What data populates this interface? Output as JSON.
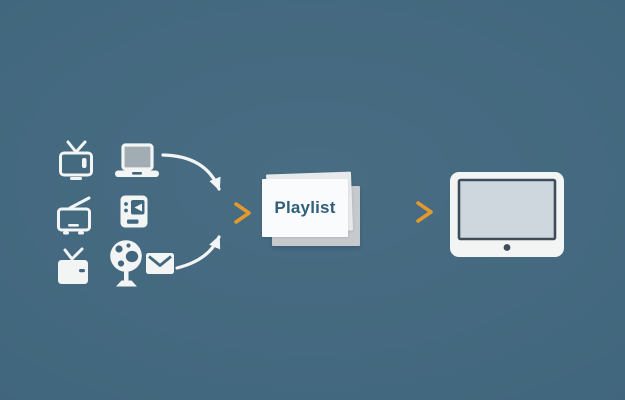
{
  "diagram": {
    "playlist_label": "Playlist",
    "nodes": [
      {
        "id": "tv-1",
        "icon": "tv-antenna-outline-icon"
      },
      {
        "id": "tv-2",
        "icon": "tv-aerial-outline-icon"
      },
      {
        "id": "tv-3",
        "icon": "tv-antenna-filled-icon"
      },
      {
        "id": "laptop",
        "icon": "laptop-icon"
      },
      {
        "id": "media-file",
        "icon": "media-file-icon"
      },
      {
        "id": "globe",
        "icon": "globe-stand-icon"
      },
      {
        "id": "envelope",
        "icon": "envelope-icon"
      },
      {
        "id": "playlist",
        "label": "Playlist"
      },
      {
        "id": "monitor",
        "icon": "monitor-icon"
      }
    ],
    "edges": [
      {
        "from": "laptop",
        "to": "playlist",
        "style": "curved-white-arrow"
      },
      {
        "from": "media-file",
        "to": "playlist",
        "style": "straight-orange-arrow"
      },
      {
        "from": "envelope",
        "to": "playlist",
        "style": "curved-white-arrow"
      },
      {
        "from": "playlist",
        "to": "monitor",
        "style": "straight-orange-arrow"
      }
    ]
  },
  "theme": {
    "background": "#41677e",
    "icon": "#f3f5f5",
    "accent_arrow": "#e09a2e",
    "accent_arrow_muted": "#8f8f68",
    "card_front": "#fafbfc",
    "card_mid": "#e7e9ea",
    "card_back": "#c6cacd",
    "playlist_text": "#2f5f7a",
    "screen_fill": "#cdd7dd",
    "screen_border": "#3e4d59",
    "laptop_screen": "#a2adb3"
  }
}
